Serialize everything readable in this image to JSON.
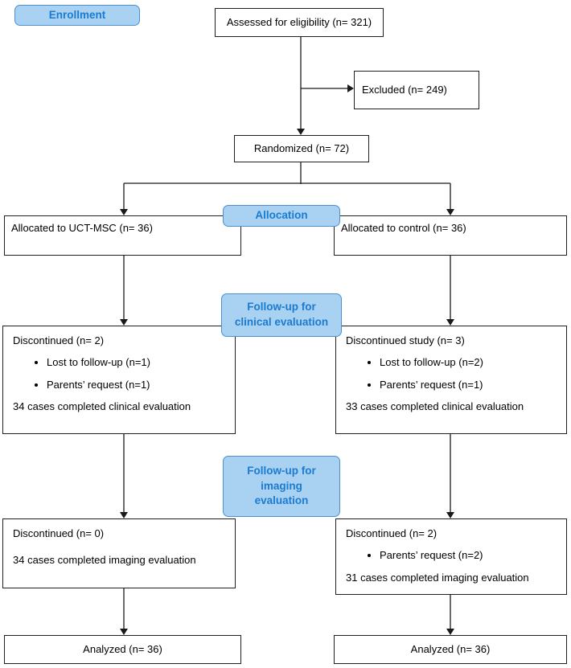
{
  "colors": {
    "badge_fill": "#A9D2F2",
    "badge_border": "#4A8FD3",
    "badge_text": "#1B7BD0",
    "box_border": "#1f1f1f",
    "line": "#1a1a1a"
  },
  "stages": {
    "enrollment": {
      "label": "Enrollment"
    },
    "allocation": {
      "label": "Allocation"
    },
    "followup_clinical": {
      "lines": [
        "Follow-up for",
        "clinical evaluation"
      ]
    },
    "followup_imaging": {
      "lines": [
        "Follow-up for",
        "imaging",
        "evaluation"
      ]
    }
  },
  "boxes": {
    "assessed": "Assessed for eligibility (n= 321)",
    "excluded": "Excluded (n= 249)",
    "randomized": "Randomized (n= 72)",
    "allocated_left": "Allocated to UCT-MSC (n= 36)",
    "allocated_right": "Allocated to control (n= 36)",
    "clinical_left": {
      "title": "Discontinued (n= 2)",
      "bullets": [
        "Lost to follow-up (n=1)",
        "Parents’ request (n=1)"
      ],
      "footer": "34 cases completed clinical evaluation"
    },
    "clinical_right": {
      "title": "Discontinued study (n= 3)",
      "bullets": [
        "Lost to follow-up (n=2)",
        "Parents’ request (n=1)"
      ],
      "footer": "33 cases completed clinical evaluation"
    },
    "imaging_left": {
      "title": "Discontinued (n= 0)",
      "footer": "34 cases completed imaging evaluation"
    },
    "imaging_right": {
      "title": "Discontinued (n= 2)",
      "bullets": [
        "Parents’ request (n=2)"
      ],
      "footer": "31 cases completed imaging evaluation"
    },
    "analyzed_left": "Analyzed (n= 36)",
    "analyzed_right": "Analyzed (n= 36)"
  }
}
